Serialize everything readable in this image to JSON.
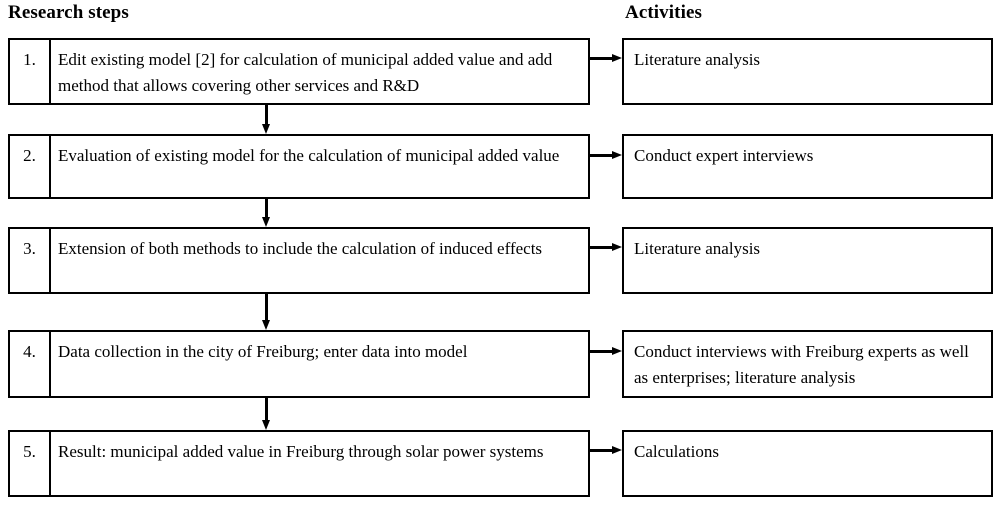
{
  "headers": {
    "left": "Research steps",
    "right": "Activities"
  },
  "steps": [
    {
      "number": "1.",
      "text": "Edit existing model [2] for calculation of municipal added value and add method that allows covering other services and R&D",
      "activity": "Literature analysis"
    },
    {
      "number": "2.",
      "text": "Evaluation of existing model for the calculation of municipal added value",
      "activity": "Conduct expert interviews"
    },
    {
      "number": "3.",
      "text": "Extension of both methods to include the calculation of induced effects",
      "activity": "Literature analysis"
    },
    {
      "number": "4.",
      "text": "Data collection in the city of Freiburg; enter data into model",
      "activity": "Conduct interviews with Freiburg experts as well as enterprises; literature analysis"
    },
    {
      "number": "5.",
      "text": "Result: municipal added value in Freiburg through solar power systems",
      "activity": "Calculations"
    }
  ],
  "colors": {
    "stroke": "#000000",
    "background": "#ffffff",
    "text": "#000000"
  }
}
